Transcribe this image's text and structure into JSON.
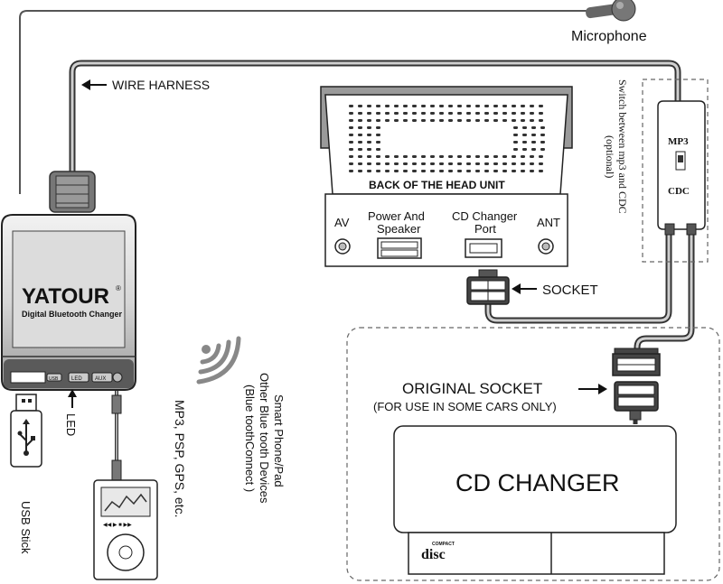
{
  "labels": {
    "microphone": "Microphone",
    "wire_harness": "WIRE HARNESS",
    "back_of_head_unit": "BACK OF THE HEAD UNIT",
    "av": "AV",
    "power_and_speaker_1": "Power And",
    "power_and_speaker_2": "Speaker",
    "cd_changer_port_1": "CD Changer",
    "cd_changer_port_2": "Port",
    "ant": "ANT",
    "socket": "SOCKET",
    "original_socket": "ORIGINAL SOCKET",
    "original_socket_note": "(FOR USE IN SOME CARS ONLY)",
    "cd_changer": "CD CHANGER",
    "switch_line1": "Switch between mp3 and CDC",
    "switch_line2": "(optional)",
    "switch_mp3": "MP3",
    "switch_cdc": "CDC",
    "led": "LED",
    "usb_stick": "USB Stick",
    "mp3_devices": "MP3, PSP, GPS, etc.",
    "smartphone_line1": "Smart Phone/Pad",
    "smartphone_line2": "Other Blue tooth Devices",
    "smartphone_line3": "(Blue toothConnect )"
  },
  "device": {
    "brand": "YATOUR",
    "registered": "®",
    "subtitle": "Digital Bluetooth Changer",
    "port_usb": "USB",
    "port_led": "LED",
    "port_aux": "AUX"
  },
  "player": {
    "buttons": "◀◀ ▶ ■ ▶▶"
  },
  "cd_logo": {
    "small": "COMPACT",
    "big": "disc"
  },
  "icons": {
    "microphone": "microphone-icon",
    "usb": "usb-icon",
    "wireless": "wireless-signal-icon",
    "arrow": "arrow-left-icon",
    "arrow_up": "arrow-up-icon"
  }
}
